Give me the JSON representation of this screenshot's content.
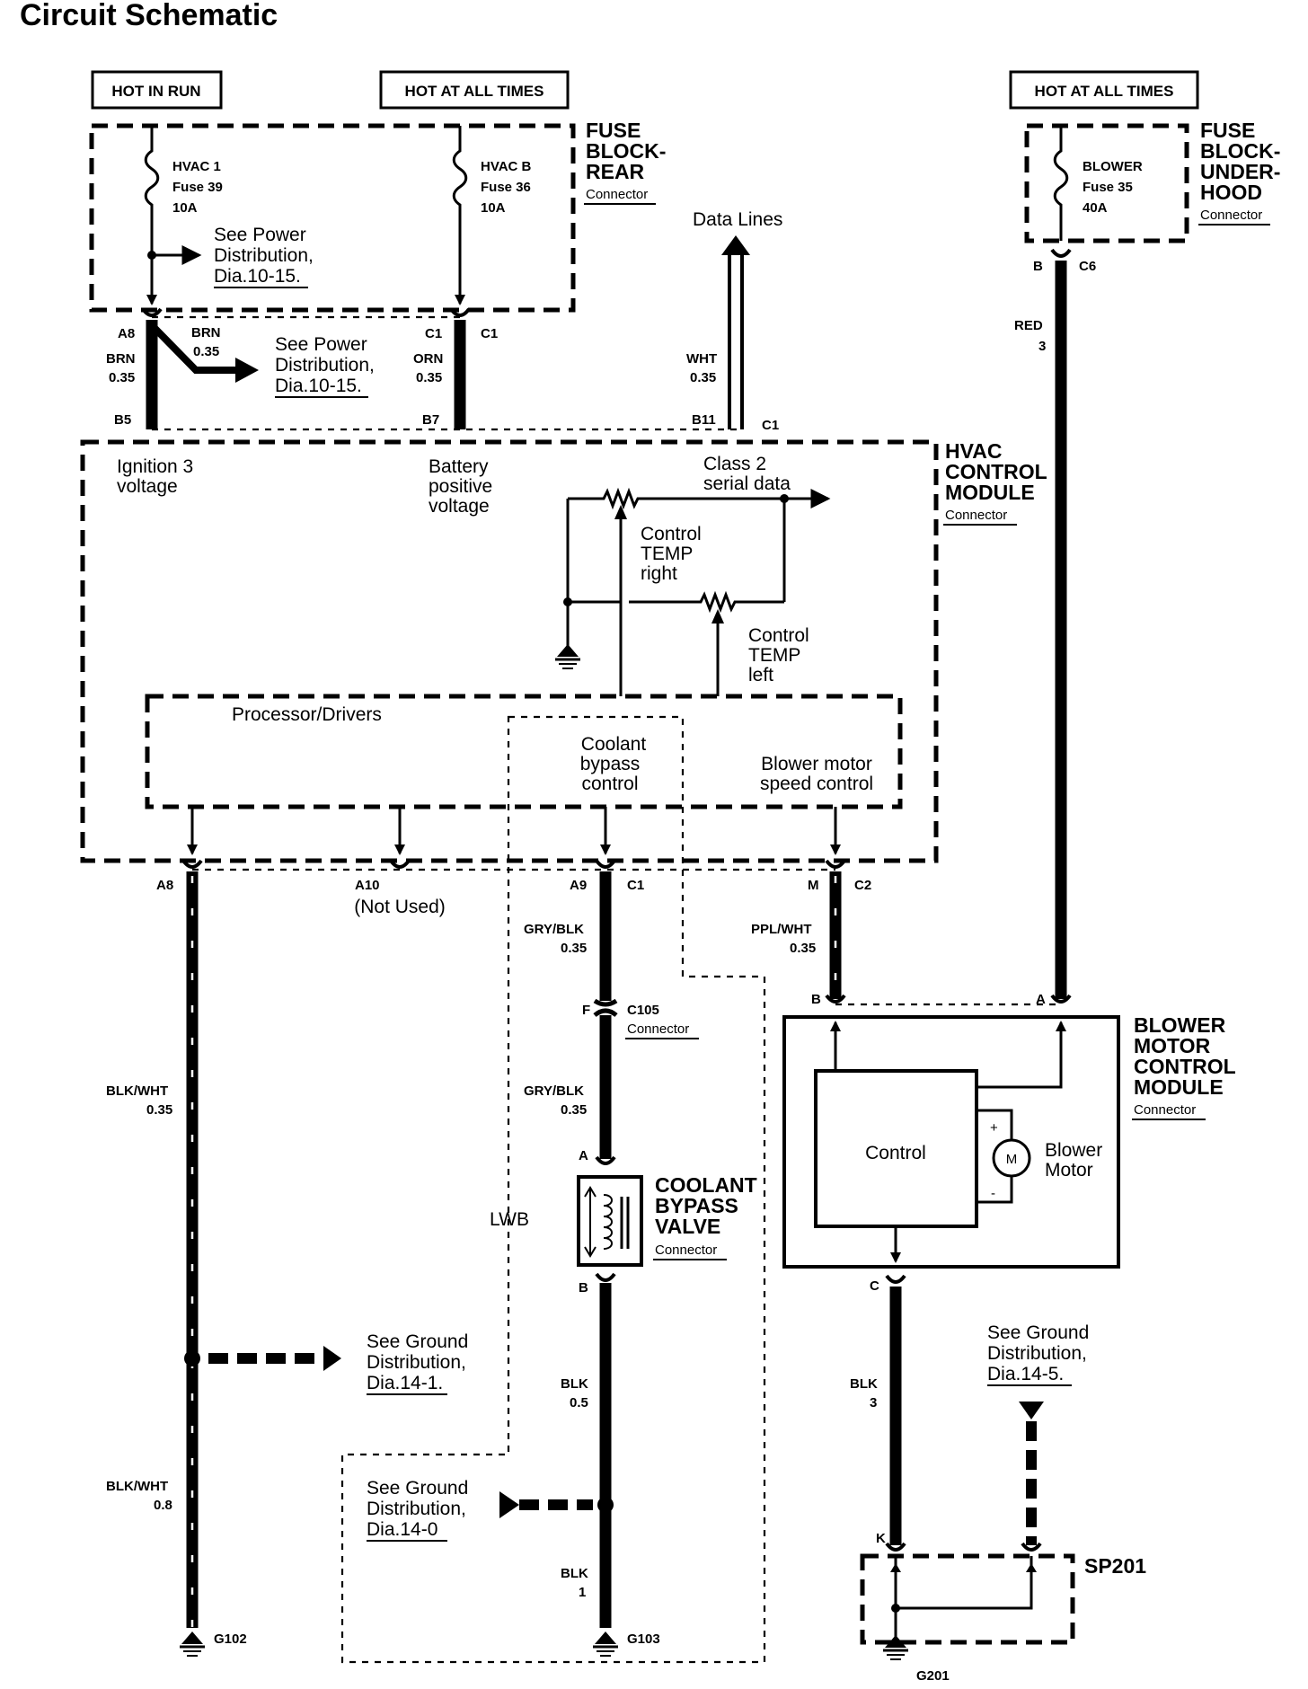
{
  "page_title": "Circuit Schematic",
  "power_boxes": {
    "hot_in_run": "HOT IN RUN",
    "hot_at_all_times_1": "HOT AT ALL TIMES",
    "hot_at_all_times_2": "HOT AT ALL TIMES"
  },
  "fuse_block_rear": {
    "title_1": "FUSE",
    "title_2": "BLOCK-",
    "title_3": "REAR",
    "subtitle": "Connector",
    "fuse1_name": "HVAC 1",
    "fuse1_number": "Fuse 39",
    "fuse1_rating": "10A",
    "fuse2_name": "HVAC B",
    "fuse2_number": "Fuse 36",
    "fuse2_rating": "10A",
    "see_power_1": "See Power",
    "see_power_2": "Distribution,",
    "see_power_3": "Dia.10-15."
  },
  "fuse_block_underhood": {
    "title_1": "FUSE",
    "title_2": "BLOCK-",
    "title_3": "UNDER-",
    "title_4": "HOOD",
    "subtitle": "Connector",
    "fuse_name": "BLOWER",
    "fuse_number": "Fuse 35",
    "fuse_rating": "40A"
  },
  "top_connections": {
    "pin_a8": "A8",
    "brn_top": "BRN",
    "brn_top_size": "0.35",
    "brn_left": "BRN",
    "brn_left_size": "0.35",
    "see_power_1": "See Power",
    "see_power_2": "Distribution,",
    "see_power_3": "Dia.10-15.",
    "pin_b5": "B5",
    "pin_c1_a": "C1",
    "pin_c1_b": "C1",
    "orn": "ORN",
    "orn_size": "0.35",
    "pin_b7": "B7",
    "data_lines": "Data Lines",
    "wht": "WHT",
    "wht_size": "0.35",
    "pin_b11": "B11",
    "pin_c1_c": "C1",
    "pin_b": "B",
    "pin_c6": "C6",
    "red": "RED",
    "red_size": "3"
  },
  "hvac_module": {
    "title_1": "HVAC",
    "title_2": "CONTROL",
    "title_3": "MODULE",
    "subtitle": "Connector",
    "ignition_1": "Ignition 3",
    "ignition_2": "voltage",
    "battery_1": "Battery",
    "battery_2": "positive",
    "battery_3": "voltage",
    "class2_1": "Class 2",
    "class2_2": "serial data",
    "temp_right_1": "Control",
    "temp_right_2": "TEMP",
    "temp_right_3": "right",
    "temp_left_1": "Control",
    "temp_left_2": "TEMP",
    "temp_left_3": "left",
    "processor": "Processor/Drivers",
    "coolant_1": "Coolant",
    "coolant_2": "bypass",
    "coolant_3": "control",
    "blower_ctrl_1": "Blower motor",
    "blower_ctrl_2": "speed control"
  },
  "bottom_connections": {
    "pin_a8": "A8",
    "pin_a10": "A10",
    "not_used": "(Not Used)",
    "pin_a9": "A9",
    "pin_c1": "C1",
    "pin_m": "M",
    "pin_c2": "C2",
    "gry_blk_1": "GRY/BLK",
    "gry_blk_1_size": "0.35",
    "ppl_wht": "PPL/WHT",
    "ppl_wht_size": "0.35",
    "pin_f": "F",
    "c105": "C105",
    "c105_sub": "Connector",
    "gry_blk_2": "GRY/BLK",
    "gry_blk_2_size": "0.35",
    "pin_a_valve": "A",
    "pin_b_valve": "B",
    "lwb": "LWB",
    "blk_wht_1": "BLK/WHT",
    "blk_wht_1_size": "0.35",
    "blk_wht_2": "BLK/WHT",
    "blk_wht_2_size": "0.8",
    "blk_05": "BLK",
    "blk_05_size": "0.5",
    "blk_1": "BLK",
    "blk_1_size": "1",
    "blk_3": "BLK",
    "blk_3_size": "3",
    "pin_b_bmcm": "B",
    "pin_a_bmcm": "A",
    "pin_c_bmcm": "C",
    "pin_k": "K",
    "g102": "G102",
    "g103": "G103",
    "g201": "G201",
    "sp201": "SP201"
  },
  "coolant_valve": {
    "title_1": "COOLANT",
    "title_2": "BYPASS",
    "title_3": "VALVE",
    "subtitle": "Connector"
  },
  "blower_module": {
    "title_1": "BLOWER",
    "title_2": "MOTOR",
    "title_3": "CONTROL",
    "title_4": "MODULE",
    "subtitle": "Connector",
    "control": "Control",
    "motor_1": "Blower",
    "motor_2": "Motor",
    "motor_symbol": "M",
    "plus": "+",
    "minus": "-"
  },
  "ground_refs": {
    "g1_1": "See Ground",
    "g1_2": "Distribution,",
    "g1_3": "Dia.14-1.",
    "g0_1": "See Ground",
    "g0_2": "Distribution,",
    "g0_3": "Dia.14-0",
    "g5_1": "See Ground",
    "g5_2": "Distribution,",
    "g5_3": "Dia.14-5."
  }
}
